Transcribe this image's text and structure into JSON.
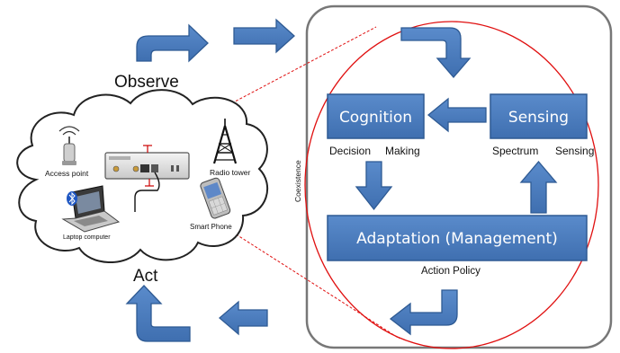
{
  "cycle": {
    "observe": "Observe",
    "act": "Act"
  },
  "boxes": {
    "cognition": "Cognition",
    "sensing": "Sensing",
    "adaptation": "Adaptation (Management)"
  },
  "sub_labels": {
    "decision": "Decision",
    "making": "Making",
    "spectrum": "Spectrum",
    "sensing": "Sensing",
    "action_policy": "Action Policy",
    "coexistence": "Coexistence"
  },
  "network": {
    "access_point": "Access point",
    "radio_tower": "Radio tower",
    "laptop": "Laptop computer",
    "smart_phone": "Smart Phone"
  },
  "colors": {
    "box_fill": "#4a7cc0",
    "box_stroke": "#2e5a93",
    "arrow_fill": "#4a7cc0",
    "arrow_stroke": "#2e5a93",
    "ellipse": "#e01010",
    "panel_stroke": "#777777"
  }
}
